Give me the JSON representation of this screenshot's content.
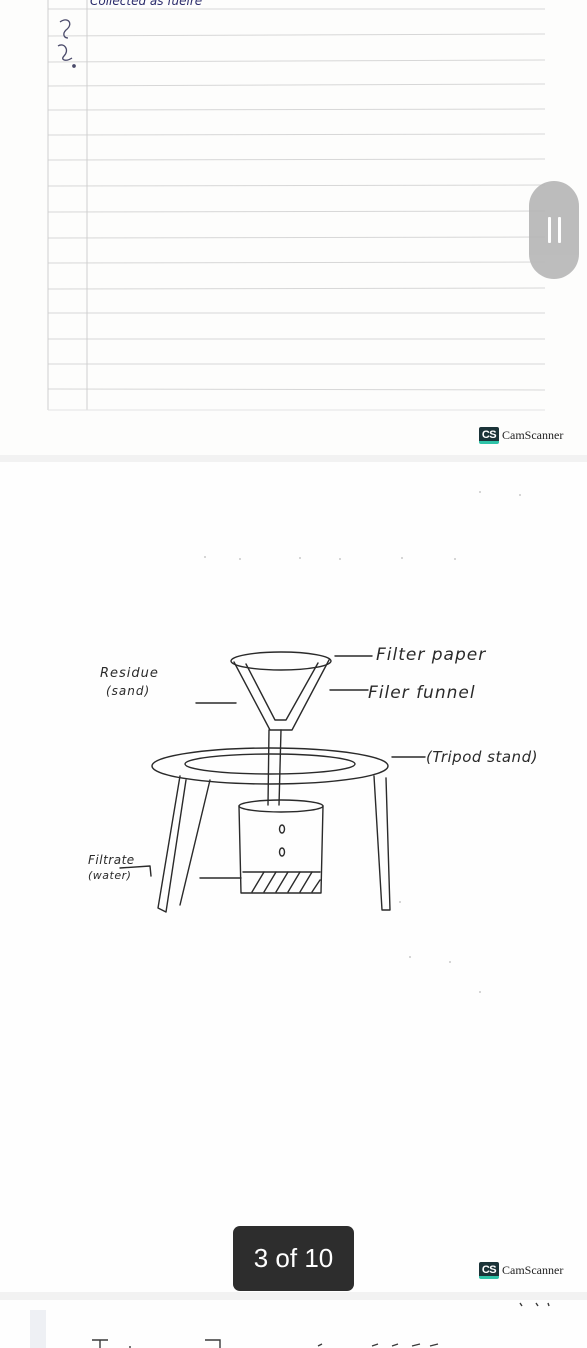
{
  "viewer": {
    "page_indicator": "3 of 10"
  },
  "watermark": {
    "badge": "CS",
    "label": "CamScanner"
  },
  "page1": {
    "top_scrawl": "Collected as fuelre"
  },
  "diagram": {
    "labels": {
      "filter_paper": "Filter paper",
      "filter_funnel": "Filer funnel",
      "tripod_stand": "(Tripod stand)",
      "residue": "Residue",
      "residue_sub": "(sand)",
      "filtrate": "Filtrate",
      "filtrate_sub": "(water)"
    }
  },
  "colors": {
    "ink": "#2a2a2a",
    "ruled_line": "#d7d7d7",
    "margin_line": "#c9c9c9",
    "watermark_badge": "#1b3338",
    "watermark_accent": "#2fc3a8",
    "indicator_bg": "#2d2d2d"
  }
}
